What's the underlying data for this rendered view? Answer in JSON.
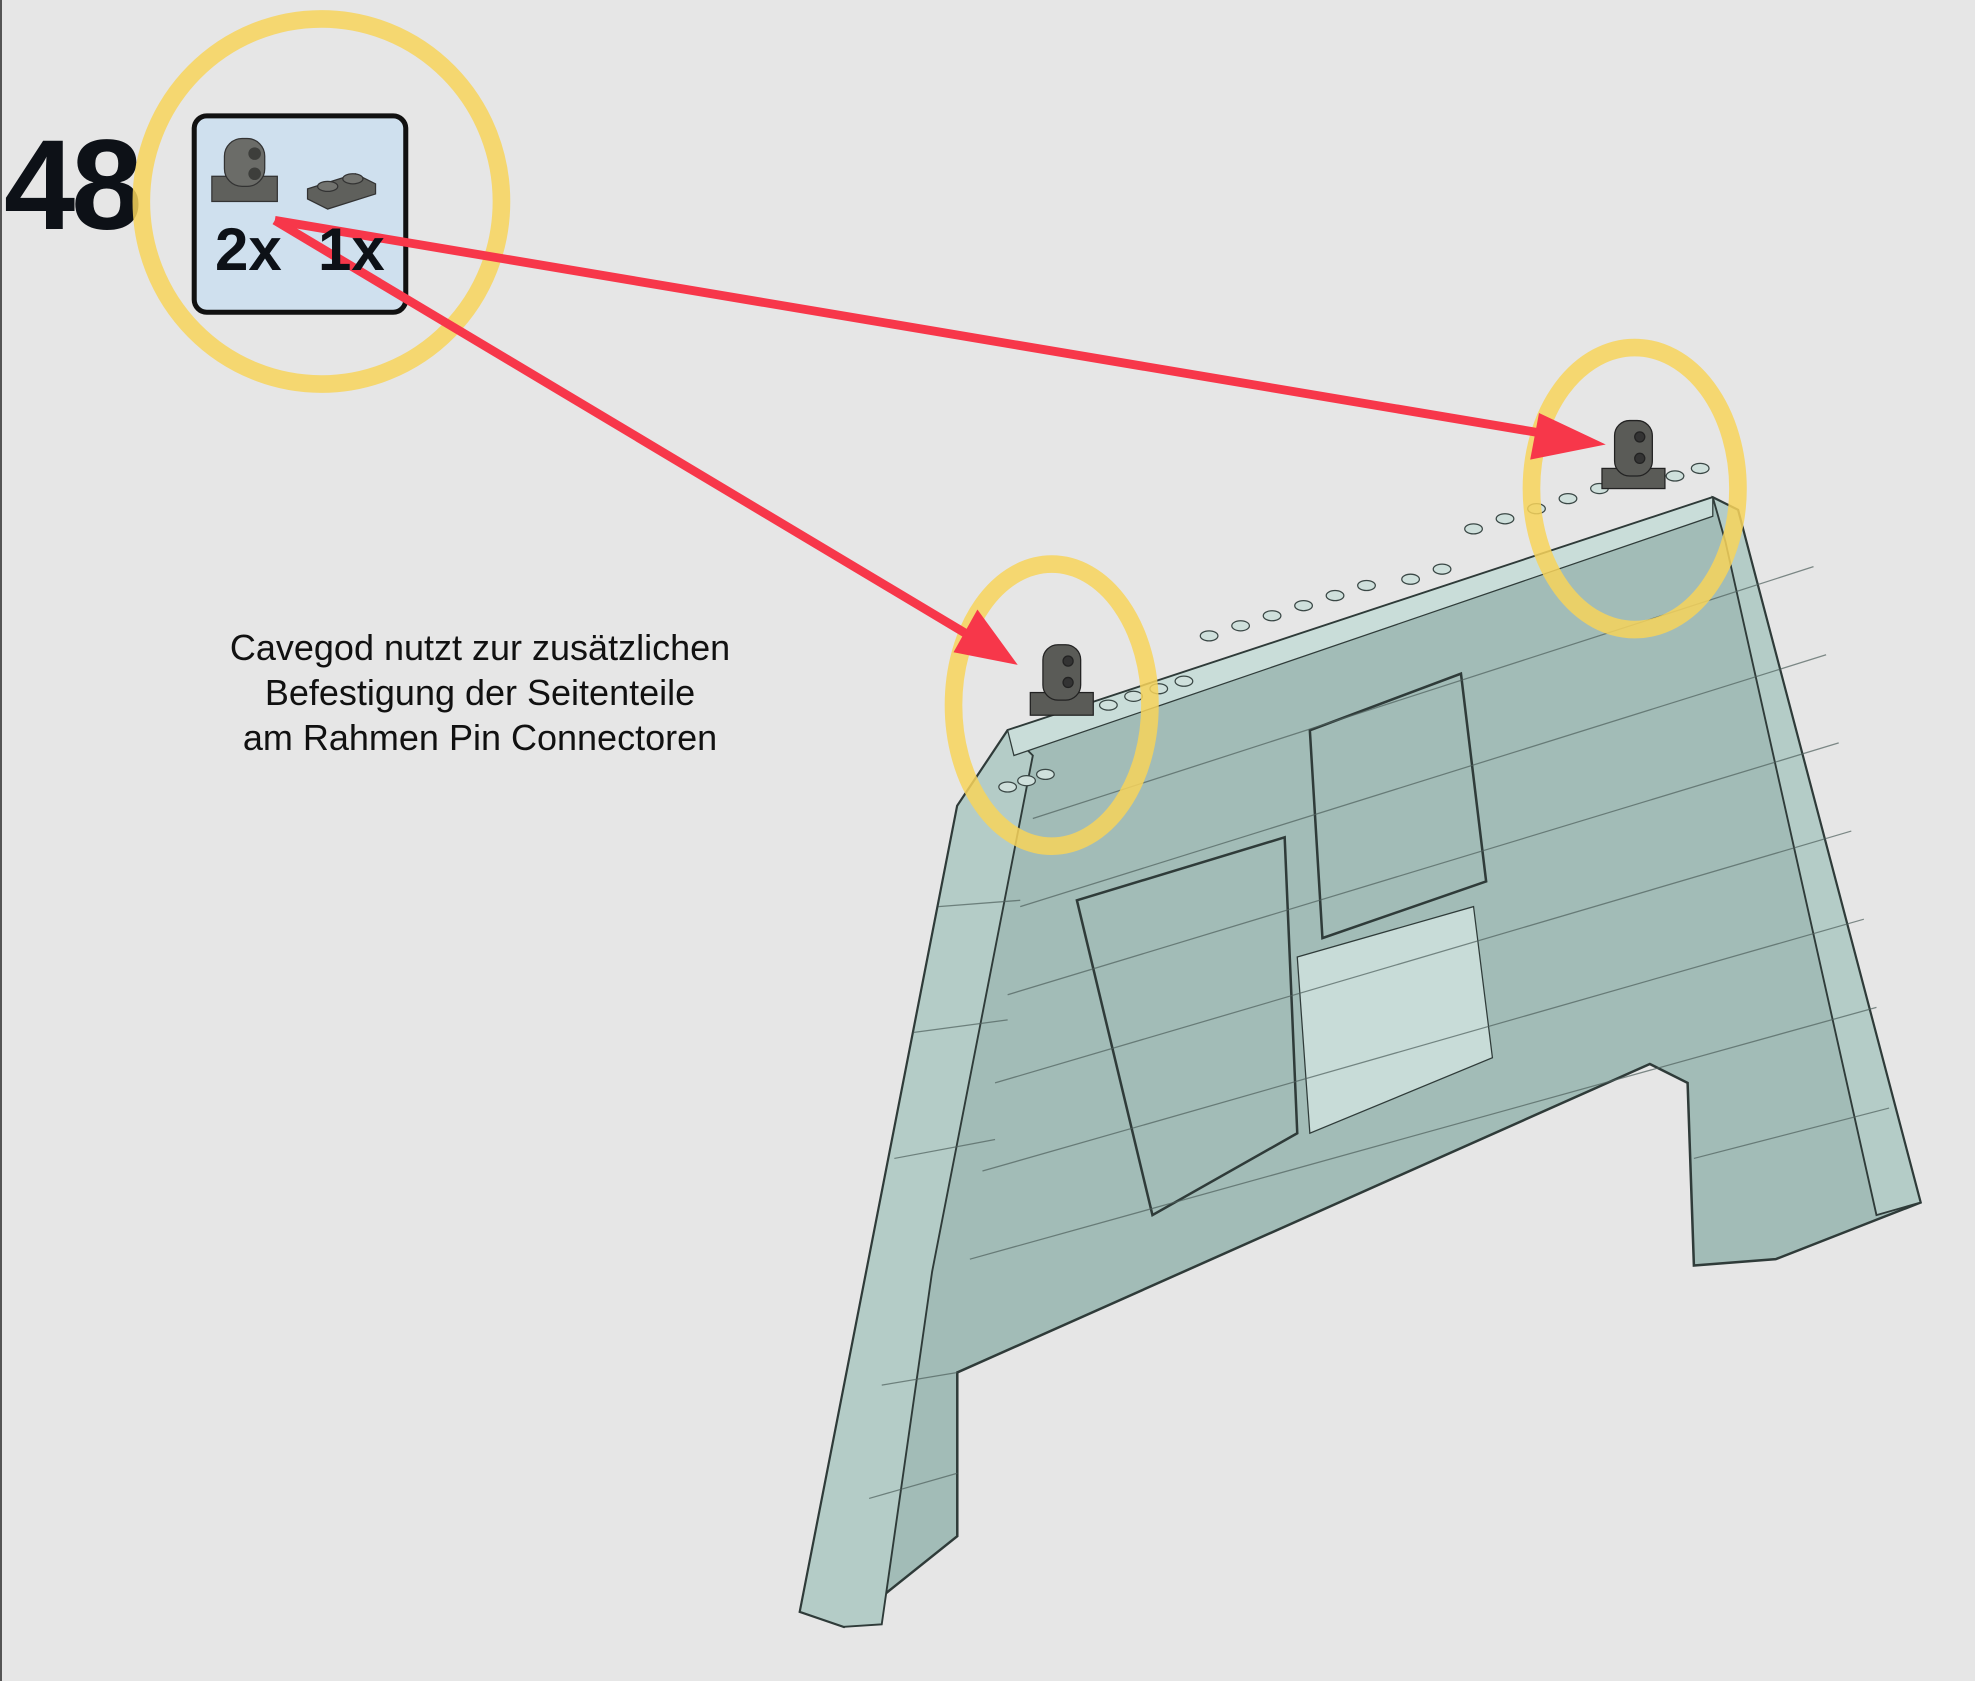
{
  "step": {
    "number": "48"
  },
  "parts_callout": {
    "items": [
      {
        "part_icon": "technic-pin-connector-icon",
        "quantity": "2x"
      },
      {
        "part_icon": "plate-1x2-icon",
        "quantity": "1x"
      }
    ]
  },
  "annotation": {
    "lines": [
      "Cavegod nutzt zur zusätzlichen",
      "Befestigung der Seitenteile",
      "am Rahmen Pin Connectoren"
    ]
  },
  "colors": {
    "background": "#e6e6e6",
    "arrow": "#f7374a",
    "highlight": "#f7d45a",
    "brick": "#a2bcb7",
    "callout": "#cfe0ee"
  }
}
